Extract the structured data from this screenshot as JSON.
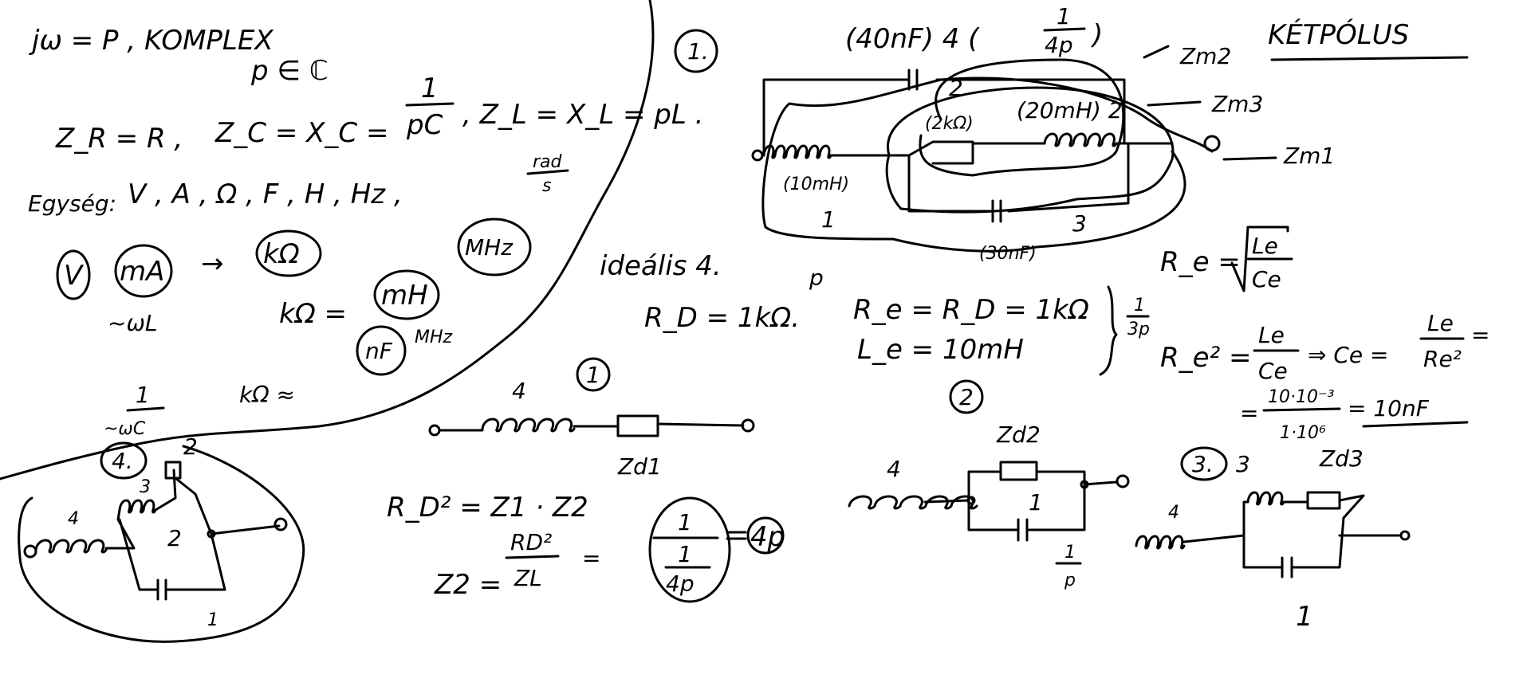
{
  "left_notes": {
    "line1": "jω = P , KOMPLEX",
    "line2": "p ∈ ℂ",
    "zr": "Z_R = R ,",
    "zc": "Z_C = X_C =",
    "zc_num": "1",
    "zc_den": "pC",
    "zl": ", Z_L = X_L = pL .",
    "units_label": "Egység:",
    "units": "V , A , Ω , F , H , Hz ,",
    "rad_num": "rad",
    "rad_den": "s",
    "v": "V",
    "ma": "mA",
    "arrow": "→",
    "kohm": "kΩ",
    "wl": "~ωL",
    "kohm2": "kΩ =",
    "mh": "mH",
    "mhz": "MHz",
    "kohm3": "kΩ ≈",
    "nf": "nF",
    "mhz2": "MHz",
    "wc_num": "1",
    "wc_den": "~ωC"
  },
  "section1": {
    "badge": "1.",
    "title": "KÉTPÓLUS",
    "top_formula": "(40nF) 4 (",
    "top_num": "1",
    "top_den": "4p",
    "top_close": ")",
    "zm2": "Zm2",
    "zm3": "Zm3",
    "zm1": "Zm1",
    "r_label": "(2kΩ)",
    "l2_label": "(20mH) 2",
    "l1_label": "(10mH)",
    "n1": "1",
    "c_label": "(30nF)",
    "n3": "3",
    "n2": "2",
    "p": "p",
    "idealis": "ideális 4.",
    "rd": "R_D = 1kΩ."
  },
  "section2": {
    "re_rd": "R_e = R_D = 1kΩ",
    "le": "L_e = 10mH",
    "brace_num": "1",
    "brace_den": "3p",
    "re_sqrt": "R_e =",
    "sqrt_num": "Le",
    "sqrt_den": "Ce",
    "re2": "R_e² =",
    "frac_num": "Le",
    "frac_den": "Ce",
    "implies": "⇒ Ce =",
    "ce_num": "Le",
    "ce_den": "Re²",
    "eq": "=",
    "calc_eq": "=",
    "calc_num": "10·10⁻³",
    "calc_den": "1·10⁶",
    "result": "= 10nF",
    "badge": "2"
  },
  "circuit1": {
    "badge": "1",
    "n4": "4",
    "label": "Zd1",
    "rd2": "R_D² = Z1 · Z2",
    "z2": "Z2 =",
    "z2_num": "RD²",
    "z2_den": "ZL",
    "eq": "=",
    "inner_num": "1",
    "inner_den_num": "1",
    "inner_den_den": "4p",
    "result": "4p"
  },
  "circuit2": {
    "label": "Zd2",
    "n4": "4",
    "n1": "1",
    "p_num": "1",
    "p_den": "p"
  },
  "circuit3": {
    "badge": "3.",
    "n3": "3",
    "label": "Zd3",
    "n4": "4",
    "n1": "1"
  },
  "circuit4": {
    "badge": "4.",
    "n2": "2",
    "n3": "3",
    "n4": "4",
    "n2b": "2",
    "n1": "1"
  }
}
